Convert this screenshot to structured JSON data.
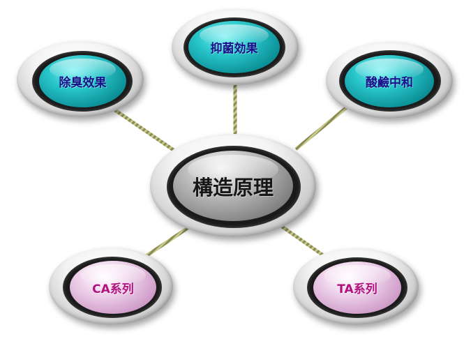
{
  "diagram": {
    "center": {
      "label": "構造原理"
    },
    "nodes": [
      {
        "id": "antibacterial",
        "label": "抑菌効果"
      },
      {
        "id": "deodorizing",
        "label": "除臭效果"
      },
      {
        "id": "neutralization",
        "label": "酸鹼中和"
      },
      {
        "id": "ca-series",
        "label": "CA系列"
      },
      {
        "id": "ta-series",
        "label": "TA系列"
      }
    ]
  },
  "colors": {
    "teal_core": "#20b8bd",
    "pink_core": "#d3a2cd",
    "gray_core": "#8a8a8a",
    "connector": "#b5b574",
    "label_blue": "#1b0f8a",
    "label_magenta": "#b0127e",
    "label_dark": "#161616"
  }
}
